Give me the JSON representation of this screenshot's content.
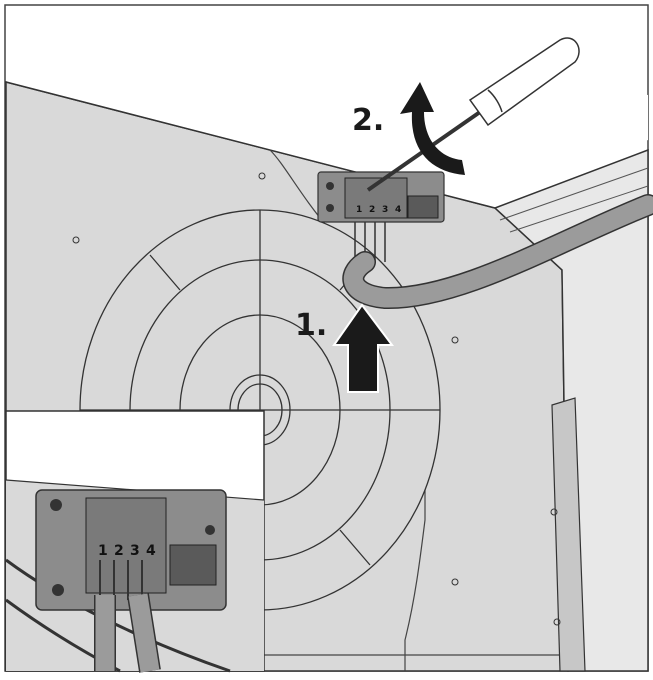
{
  "steps": [
    {
      "label": "1.",
      "action": "push-up"
    },
    {
      "label": "2.",
      "action": "pry-up"
    }
  ],
  "terminal": {
    "pins": [
      "1",
      "2",
      "3",
      "4"
    ]
  },
  "colors": {
    "panel": "#d9d9d9",
    "panel_shadow": "#c7c7c7",
    "panel_light": "#e8e8e8",
    "terminal_block": "#8c8c8c",
    "terminal_dark": "#5a5a5a",
    "arrow": "#1a1a1a",
    "cable": "#9b9b9b",
    "line": "#333333",
    "background": "#ffffff"
  }
}
